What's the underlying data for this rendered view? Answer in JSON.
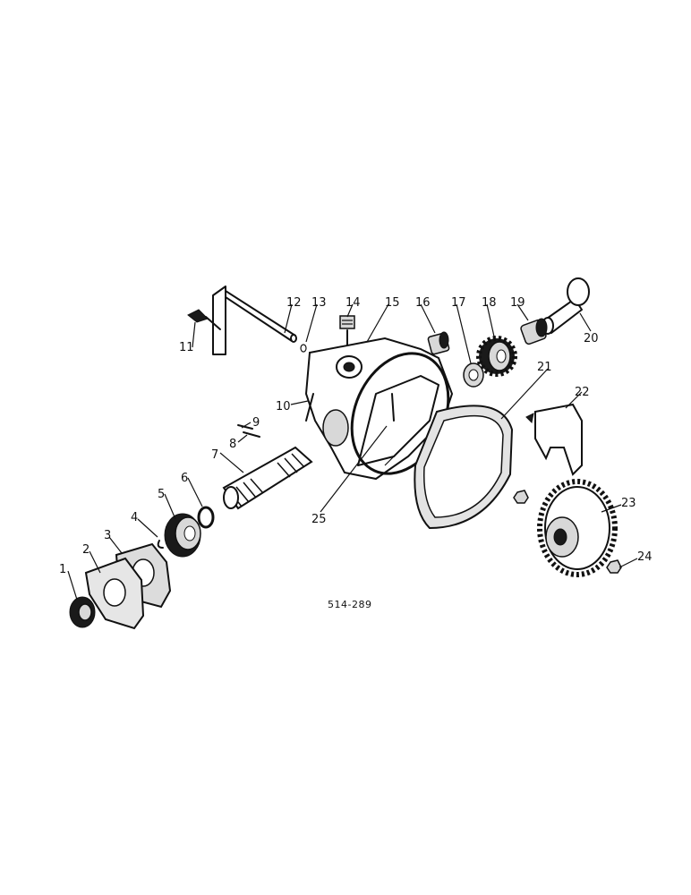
{
  "diagram": {
    "reference": "514-289",
    "parts": [
      "1",
      "2",
      "3",
      "4",
      "5",
      "6",
      "7",
      "8",
      "9",
      "10",
      "11",
      "12",
      "13",
      "14",
      "15",
      "16",
      "17",
      "18",
      "19",
      "20",
      "21",
      "22",
      "23",
      "24",
      "25"
    ]
  }
}
